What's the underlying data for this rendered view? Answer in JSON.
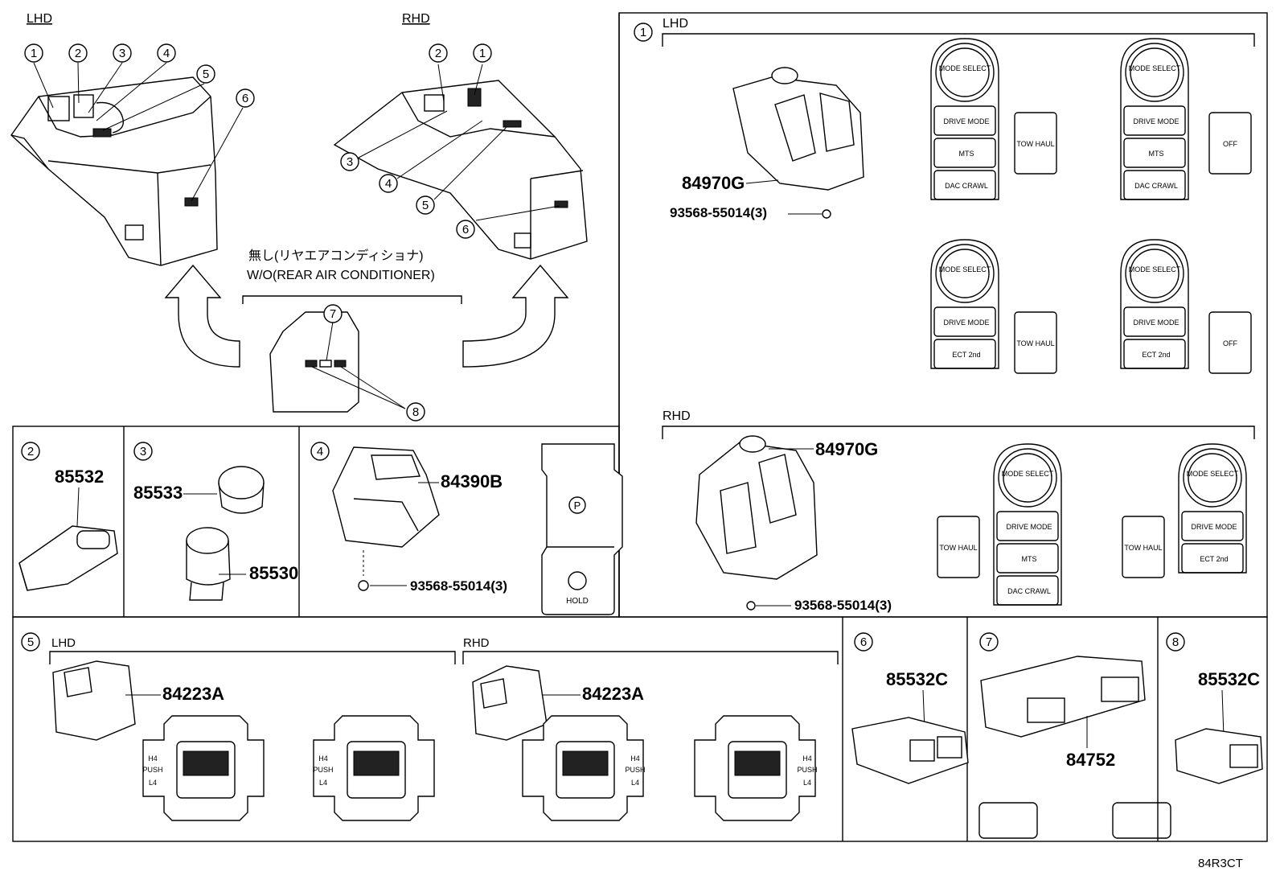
{
  "top_left": {
    "lhd_label": "LHD",
    "rhd_label": "RHD",
    "lhd_callouts": [
      "1",
      "2",
      "3",
      "4",
      "5",
      "6"
    ],
    "rhd_callouts": [
      "2",
      "1",
      "3",
      "4",
      "5",
      "6"
    ],
    "jp_note": "無し(リヤエアコンディショナ)",
    "wo_note": "W/O(REAR AIR CONDITIONER)",
    "center_callouts": [
      "7",
      "8"
    ]
  },
  "panel1": {
    "index": "1",
    "lhd_label": "LHD",
    "rhd_label": "RHD",
    "part_lhd": "84970G",
    "screw_lhd": "93568-55014(3)",
    "part_rhd": "84970G",
    "screw_rhd": "93568-55014(3)",
    "mode_select": "MODE SELECT",
    "drive_mode": "DRIVE MODE",
    "mts": "MTS",
    "dac_crawl": "DAC CRAWL",
    "tow_haul": "TOW HAUL",
    "off": "OFF",
    "ect_2nd": "ECT 2nd"
  },
  "panel2": {
    "index": "2",
    "part": "85532"
  },
  "panel3": {
    "index": "3",
    "part_a": "85533",
    "part_b": "85530"
  },
  "panel4": {
    "index": "4",
    "part": "84390B",
    "screw": "93568-55014(3)",
    "parking": "P",
    "hold": "HOLD"
  },
  "panel5": {
    "index": "5",
    "lhd_label": "LHD",
    "rhd_label": "RHD",
    "part_lhd": "84223A",
    "part_rhd": "84223A",
    "h4": "H4",
    "push": "PUSH",
    "l4": "L4",
    "h4_small": "H4"
  },
  "panel6": {
    "index": "6",
    "part": "85532C"
  },
  "panel7": {
    "index": "7",
    "part": "84752"
  },
  "panel8": {
    "index": "8",
    "part": "85532C"
  },
  "footer_code": "84R3CT"
}
